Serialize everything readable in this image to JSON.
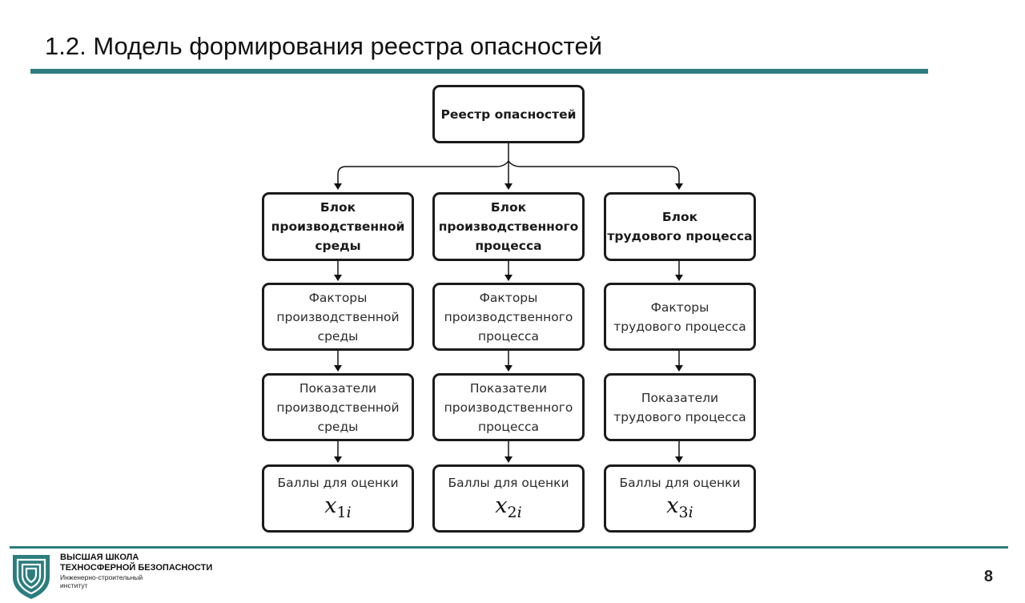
{
  "slide": {
    "title": "1.2. Модель формирования реестра опасностей",
    "page_number": "8"
  },
  "diagram": {
    "root": "Реестр опасностей",
    "columns": [
      {
        "block": [
          "Блок",
          "производственной",
          "среды"
        ],
        "factors": [
          "Факторы",
          "производственной",
          "среды"
        ],
        "indicators": [
          "Показатели",
          "производственной",
          "среды"
        ],
        "scores": "Баллы для оценки",
        "symbol": "x",
        "subscript_num": "1",
        "subscript_var": "i"
      },
      {
        "block": [
          "Блок",
          "производственного",
          "процесса"
        ],
        "factors": [
          "Факторы",
          "производственного",
          "процесса"
        ],
        "indicators": [
          "Показатели",
          "производственного",
          "процесса"
        ],
        "scores": "Баллы для оценки",
        "symbol": "x",
        "subscript_num": "2",
        "subscript_var": "i"
      },
      {
        "block": [
          "Блок",
          "трудового процесса"
        ],
        "factors": [
          "Факторы",
          "трудового процесса"
        ],
        "indicators": [
          "Показатели",
          "трудового процесса"
        ],
        "scores": "Баллы для оценки",
        "symbol": "x",
        "subscript_num": "3",
        "subscript_var": "i"
      }
    ]
  },
  "footer": {
    "org_line1": "ВЫСШАЯ ШКОЛА",
    "org_line2": "ТЕХНОСФЕРНОЙ БЕЗОПАСНОСТИ",
    "org_line3": "Инженерно-строительный",
    "org_line4": "институт"
  },
  "colors": {
    "accent": "#2c7d7e",
    "box_border": "#1b1b1b"
  },
  "icons": {
    "logo": "shield-icon"
  }
}
